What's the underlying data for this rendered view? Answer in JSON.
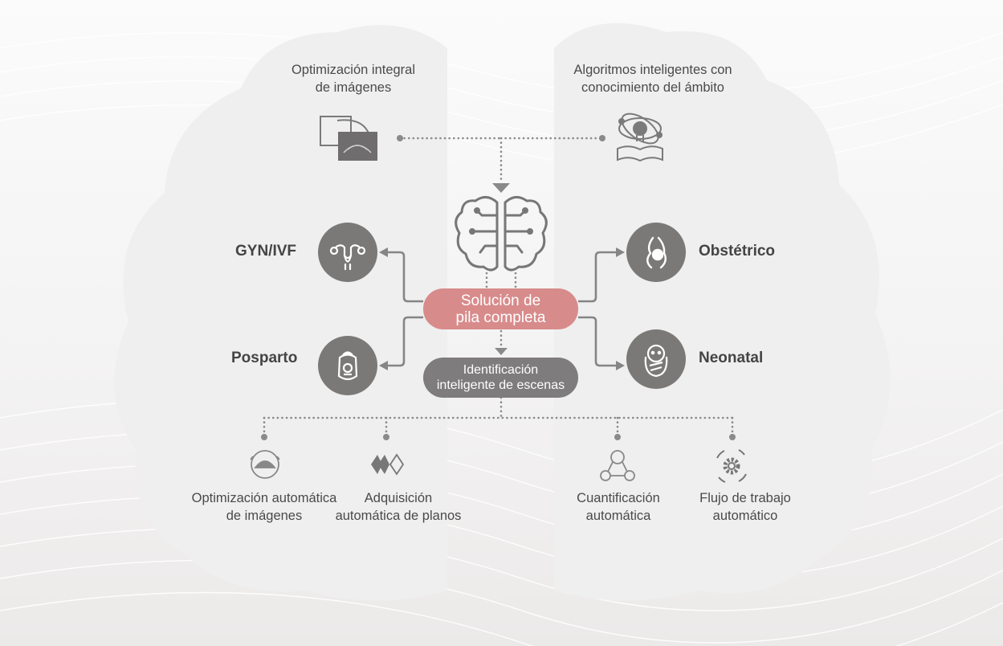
{
  "top": {
    "left_title": [
      "Optimización integral",
      "de imágenes"
    ],
    "right_title": [
      "Algoritmos inteligentes con",
      "conocimiento del ámbito"
    ]
  },
  "center": {
    "main": [
      "Solución de",
      "pila completa"
    ],
    "sub": [
      "Identificación",
      "inteligente de escenas"
    ]
  },
  "categories": {
    "gyn": "GYN/IVF",
    "posparto": "Posparto",
    "obstetrico": "Obstétrico",
    "neonatal": "Neonatal"
  },
  "features": [
    [
      "Optimización automática",
      "de imágenes"
    ],
    [
      "Adquisición",
      "automática de planos"
    ],
    [
      "Cuantificación",
      "automática"
    ],
    [
      "Flujo de trabajo",
      "automático"
    ]
  ],
  "colors": {
    "accent": "#d88b8b",
    "dark_pill": "#7e7c7c",
    "circle": "#7b7978",
    "connector": "#808080",
    "brain_half": "#efefef"
  },
  "icons": [
    "image-optimization-icon",
    "algorithm-book-icon",
    "brain-icon",
    "uterus-icon",
    "pelvic-probe-icon",
    "pregnancy-icon",
    "baby-icon",
    "ultrasound-scan-icon",
    "planes-icon",
    "quantification-icon",
    "workflow-gear-icon"
  ]
}
